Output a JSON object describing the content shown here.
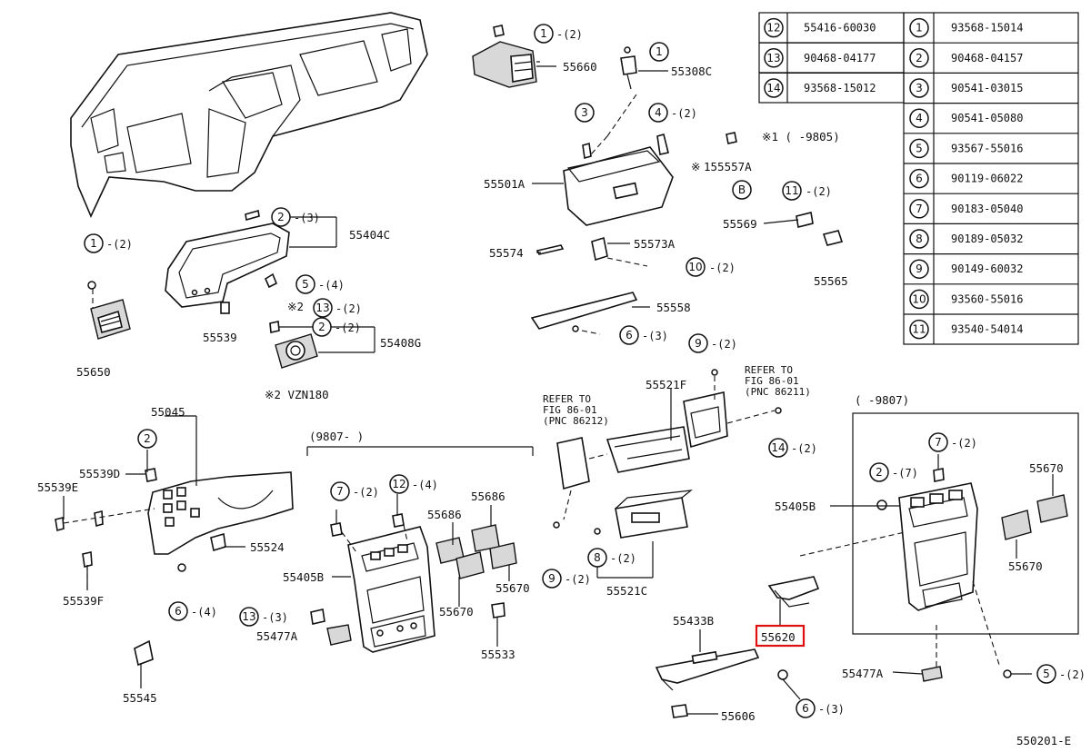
{
  "figure_code": "550201-E",
  "parts_table": {
    "right": [
      {
        "ref": "1",
        "part": "93568-15014"
      },
      {
        "ref": "2",
        "part": "90468-04157"
      },
      {
        "ref": "3",
        "part": "90541-03015"
      },
      {
        "ref": "4",
        "part": "90541-05080"
      },
      {
        "ref": "5",
        "part": "93567-55016"
      },
      {
        "ref": "6",
        "part": "90119-06022"
      },
      {
        "ref": "7",
        "part": "90183-05040"
      },
      {
        "ref": "8",
        "part": "90189-05032"
      },
      {
        "ref": "9",
        "part": "90149-60032"
      },
      {
        "ref": "10",
        "part": "93560-55016"
      },
      {
        "ref": "11",
        "part": "93540-54014"
      }
    ],
    "left": [
      {
        "ref": "12",
        "part": "55416-60030"
      },
      {
        "ref": "13",
        "part": "90468-04177"
      },
      {
        "ref": "14",
        "part": "93568-15012"
      }
    ]
  },
  "part_labels": {
    "p55660": "55660",
    "p55308c": "55308C",
    "p55501a": "55501A",
    "p155557a": "155557A",
    "p55569": "55569",
    "p55565": "55565",
    "p55574": "55574",
    "p55573a": "55573A",
    "p55558": "55558",
    "p55404c": "55404C",
    "p55539": "55539",
    "p55408g": "55408G",
    "p55650": "55650",
    "p55045": "55045",
    "p55539d": "55539D",
    "p55539e": "55539E",
    "p55524": "55524",
    "p55539f": "55539F",
    "p55545": "55545",
    "p55405b_l": "55405B",
    "p55686a": "55686",
    "p55686b": "55686",
    "p55670a": "55670",
    "p55670b": "55670",
    "p55477a_l": "55477A",
    "p55533": "55533",
    "p55521f": "55521F",
    "p55521c": "55521C",
    "p55405b_r": "55405B",
    "p55670c": "55670",
    "p55670d": "55670",
    "p55433b": "55433B",
    "p55620": "55620",
    "p55606": "55606",
    "p55477a_r": "55477A"
  },
  "qty": {
    "q_1_2a": "-(2)",
    "q_4_2": "-(2)",
    "q_b11_2": "-(2)",
    "q_10_2": "-(2)",
    "q_6_3a": "-(3)",
    "q_2_3": "-(3)",
    "q_5_4": "-(4)",
    "q_13_2": "-(2)",
    "q_2_2": "-(2)",
    "q_1_2b": "-(2)",
    "q_9_2a": "-(2)",
    "q_14_2": "-(2)",
    "q_7_2a": "-(2)",
    "q_12_4": "-(4)",
    "q_13_3": "-(3)",
    "q_8_2": "-(2)",
    "q_9_2b": "-(2)",
    "q_7_2b": "-(2)",
    "q_2_7": "-(7)",
    "q_5_2": "-(2)",
    "q_6_3b": "-(3)",
    "q_6_4": "-(4)"
  },
  "notes": {
    "note1": "※1 (     -9805)",
    "note2_mark": "※2",
    "note_vzn": "※2  VZN180",
    "mark155557a": "※",
    "range_9807_from": "(9807-      )",
    "range_9807_to": "(     -9807)",
    "refer_a": [
      "REFER TO",
      "FIG 86-01",
      "(PNC 86212)"
    ],
    "refer_b": [
      "REFER TO",
      "FIG 86-01",
      "(PNC 86211)"
    ]
  },
  "highlight_color": "#e01010"
}
